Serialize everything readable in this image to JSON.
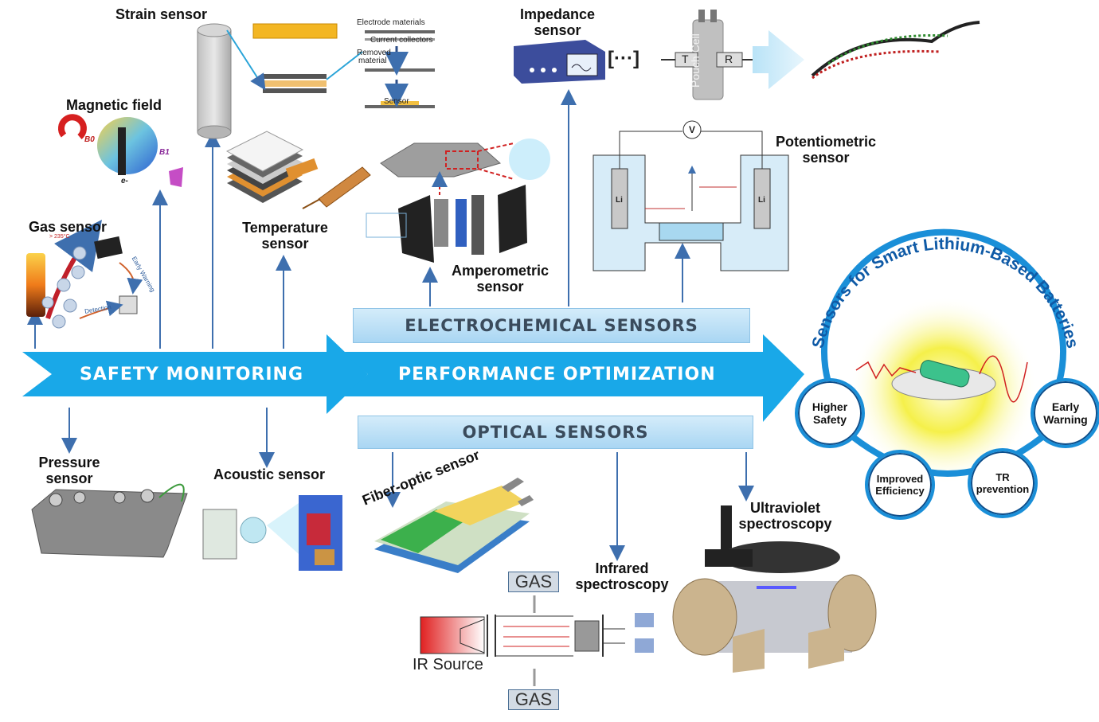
{
  "flow": {
    "safety": "SAFETY MONITORING",
    "performance": "PERFORMANCE OPTIMIZATION",
    "electrochemical": "ELECTROCHEMICAL SENSORS",
    "optical": "OPTICAL SENSORS"
  },
  "labels": {
    "strain": "Strain sensor",
    "magnetic": "Magnetic field",
    "gas": "Gas sensor",
    "temperature_1": "Temperature",
    "temperature_2": "sensor",
    "pressure_1": "Pressure",
    "pressure_2": "sensor",
    "acoustic": "Acoustic sensor",
    "impedance_1": "Impedance",
    "impedance_2": "sensor",
    "potentiometric_1": "Potentiometric",
    "potentiometric_2": "sensor",
    "amperometric_1": "Amperometric",
    "amperometric_2": "sensor",
    "fiber": "Fiber-optic sensor",
    "infrared_1": "Infrared",
    "infrared_2": "spectroscopy",
    "uv_1": "Ultraviolet",
    "uv_2": "spectroscopy"
  },
  "strain_detail": {
    "electrode": "Electrode materials",
    "collectors": "Current collectors",
    "removed_1": "Removed",
    "removed_2": "material",
    "sensor": "Sensor"
  },
  "magnetic_detail": {
    "b0": "B0",
    "b1": "B1",
    "e": "e-"
  },
  "gas_detail": {
    "temp": "> 235°C",
    "detection": "Detection",
    "early": "Early Warning"
  },
  "impedance_detail": {
    "signal": "[···]",
    "t": "T",
    "r": "R",
    "pouch": "Pouch Cell"
  },
  "potentiometric_detail": {
    "v": "V",
    "li_left": "Li",
    "li_right": "Li"
  },
  "infrared_detail": {
    "gas_top": "GAS",
    "gas_bottom": "GAS",
    "source": "IR Source"
  },
  "hub": {
    "title": "Sensors for Smart Lithium-Based Batteries",
    "higher_safety_1": "Higher",
    "higher_safety_2": "Safety",
    "early_warning_1": "Early",
    "early_warning_2": "Warning",
    "improved_1": "Improved",
    "improved_2": "Efficiency",
    "tr_1": "TR",
    "tr_2": "prevention"
  },
  "colors": {
    "arrow": "#19a8e8",
    "hub_ring": "#1a8fd8",
    "hub_text": "#0f5aa6",
    "connector": "#3e6fae"
  }
}
